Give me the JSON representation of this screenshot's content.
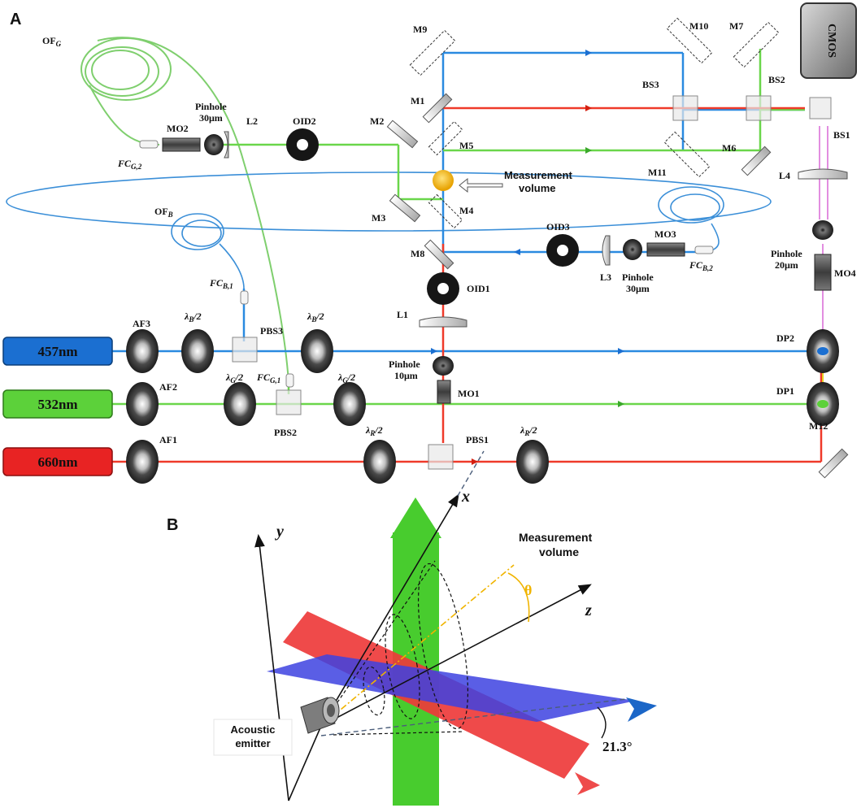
{
  "panels": {
    "a": "A",
    "b": "B"
  },
  "lasers": [
    {
      "label": "457nm",
      "color": "#1b6fd1"
    },
    {
      "label": "532nm",
      "color": "#5cd13a"
    },
    {
      "label": "660nm",
      "color": "#e82323"
    }
  ],
  "beam_colors": {
    "blue": "#2a8ae0",
    "green": "#6ad64a",
    "red": "#ef3a2a",
    "magenta": "#e28ee0"
  },
  "labels": {
    "ofg": "OF",
    "ofg_sub": "G",
    "ofb": "OF",
    "ofb_sub": "B",
    "fcg2": "FC",
    "fcg2_sub": "G,2",
    "fcb1": "FC",
    "fcb1_sub": "B,1",
    "fcg1": "FC",
    "fcg1_sub": "G,1",
    "fcb2": "FC",
    "fcb2_sub": "B,2",
    "mo1": "MO1",
    "mo2": "MO2",
    "mo3": "MO3",
    "mo4": "MO4",
    "pinhole": "Pinhole",
    "ph30a": "30μm",
    "ph30b": "30μm",
    "ph20": "20μm",
    "ph10": "10μm",
    "l1": "L1",
    "l2": "L2",
    "l3": "L3",
    "l4": "L4",
    "oid1": "OID1",
    "oid2": "OID2",
    "oid3": "OID3",
    "m1": "M1",
    "m2": "M2",
    "m3": "M3",
    "m4": "M4",
    "m5": "M5",
    "m6": "M6",
    "m7": "M7",
    "m8": "M8",
    "m9": "M9",
    "m10": "M10",
    "m11": "M11",
    "m12": "M12",
    "bs1": "BS1",
    "bs2": "BS2",
    "bs3": "BS3",
    "pbs1": "PBS1",
    "pbs2": "PBS2",
    "pbs3": "PBS3",
    "af1": "AF1",
    "af2": "AF2",
    "af3": "AF3",
    "dp1": "DP1",
    "dp2": "DP2",
    "lam": "λ",
    "half": "/2",
    "sub_b": "B",
    "sub_g": "G",
    "sub_r": "R",
    "cmos": "CMOS",
    "mv_a_1": "Measurement",
    "mv_a_2": "volume"
  },
  "panel_b": {
    "axis_x": "x",
    "axis_y": "y",
    "axis_z": "z",
    "theta": "θ",
    "mv_1": "Measurement",
    "mv_2": "volume",
    "emitter_1": "Acoustic",
    "emitter_2": "emitter",
    "angle": "21.3°"
  }
}
